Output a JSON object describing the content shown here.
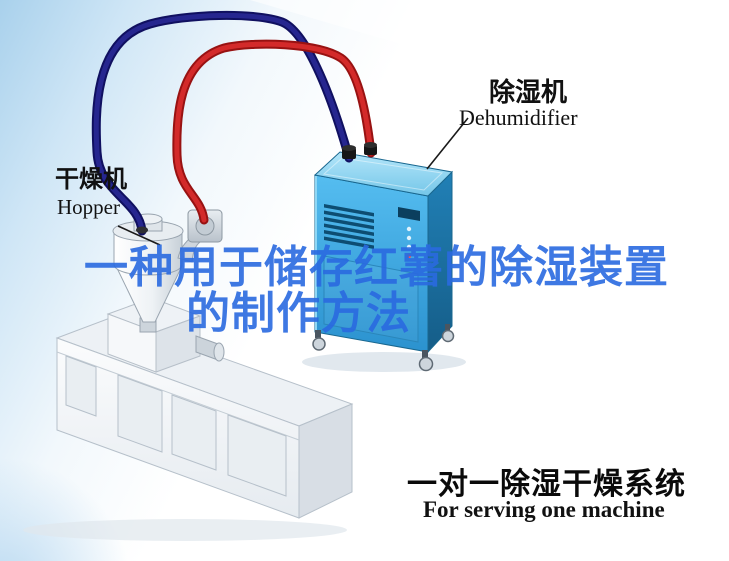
{
  "labels": {
    "hopper": {
      "cn": "干燥机",
      "en": "Hopper"
    },
    "dehumidifier": {
      "cn": "除湿机",
      "en": "Dehumidifier"
    }
  },
  "watermark": {
    "line1": "一种用于储存红薯的除湿装置",
    "line2": "的制作方法",
    "color": "#2a6ae0"
  },
  "caption": {
    "cn": "一对一除湿干燥系统",
    "en": "For serving one machine"
  },
  "colors": {
    "pipe_cold": "#26268f",
    "pipe_hot": "#d32a2a",
    "dehumidifier_body": "#3aa7e0",
    "background_sky": "#a9d1ec"
  }
}
